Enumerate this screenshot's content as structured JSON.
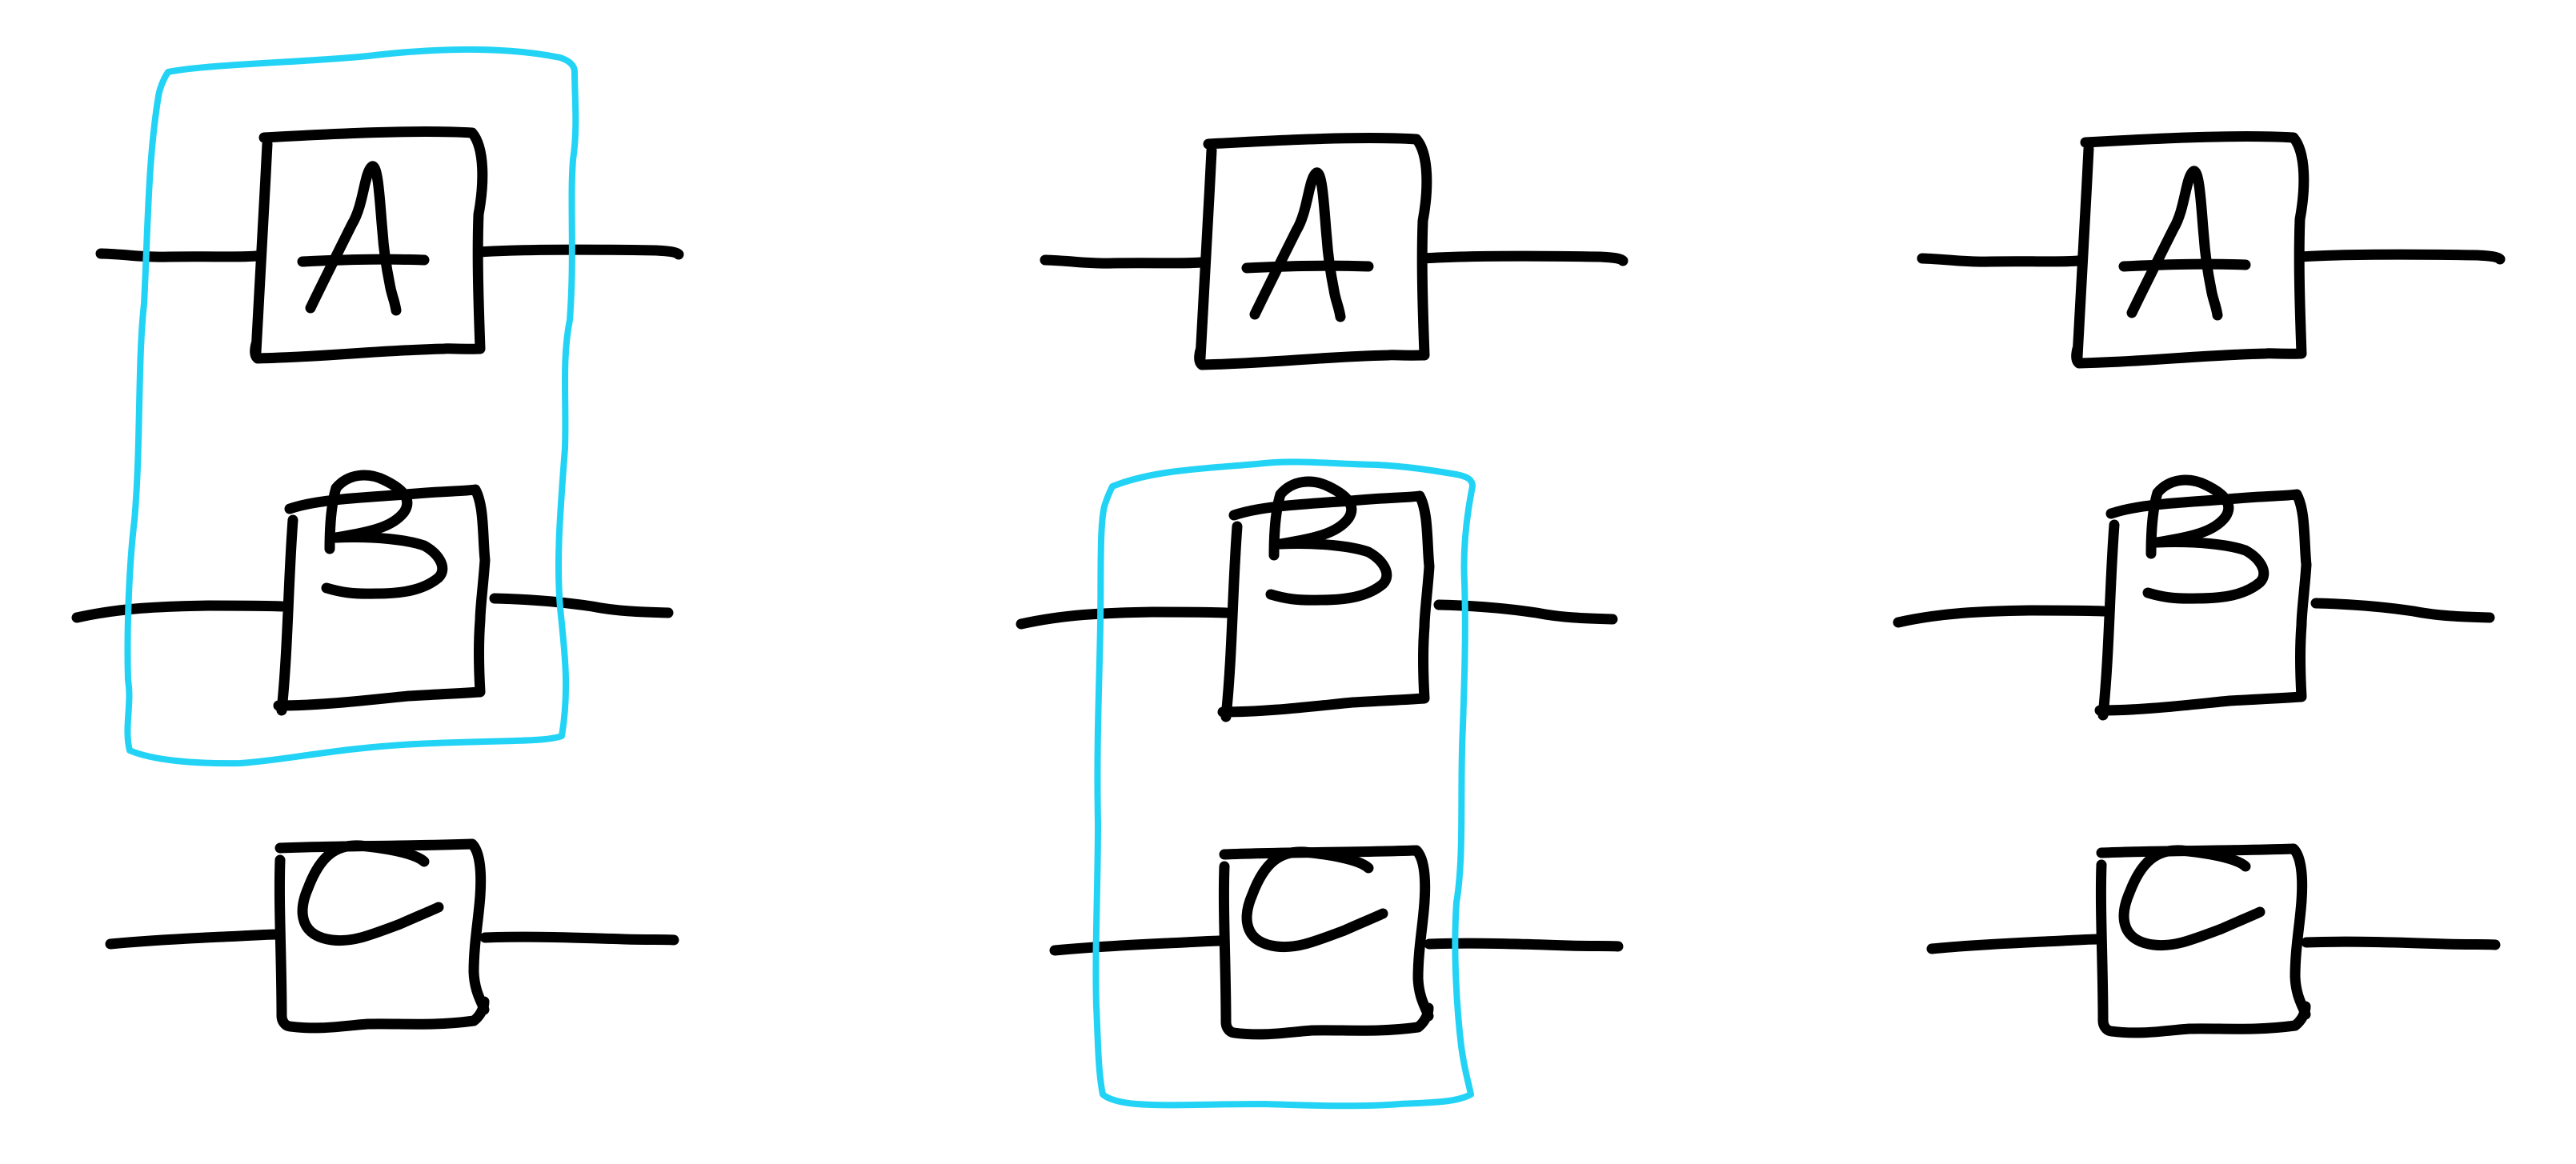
{
  "diagram": {
    "columns": [
      {
        "blocks": [
          {
            "letter": "A"
          },
          {
            "letter": "B"
          },
          {
            "letter": "C"
          }
        ],
        "highlight": [
          "A",
          "B"
        ]
      },
      {
        "blocks": [
          {
            "letter": "A"
          },
          {
            "letter": "B"
          },
          {
            "letter": "C"
          }
        ],
        "highlight": [
          "B",
          "C"
        ]
      },
      {
        "blocks": [
          {
            "letter": "A"
          },
          {
            "letter": "B"
          },
          {
            "letter": "C"
          }
        ],
        "highlight": []
      }
    ],
    "colors": {
      "ink": "#000000",
      "highlight": "#22d3f5",
      "background": "#ffffff"
    }
  }
}
